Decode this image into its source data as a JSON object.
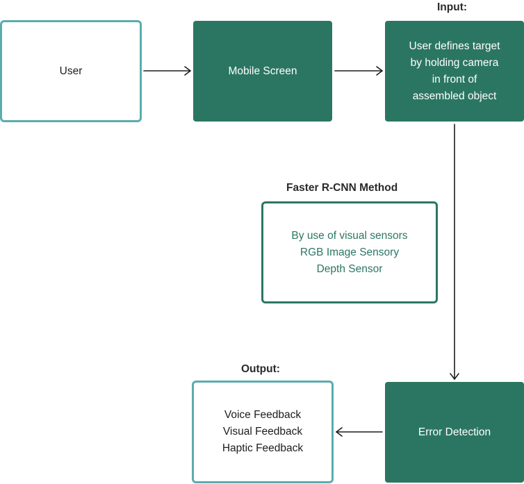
{
  "nodes": {
    "user": {
      "label": "User"
    },
    "mobile_screen": {
      "label": "Mobile Screen"
    },
    "input_box": {
      "lines": [
        "User defines target",
        "by holding camera",
        "in front of",
        "assembled object"
      ]
    },
    "method_box": {
      "lines": [
        "By use of visual sensors",
        "RGB Image Sensory",
        "Depth Sensor"
      ]
    },
    "error_detection": {
      "label": "Error Detection"
    },
    "output_box": {
      "lines": [
        "Voice Feedback",
        "Visual Feedback",
        "Haptic Feedback"
      ]
    }
  },
  "labels": {
    "input": "Input:",
    "method": "Faster R-CNN Method",
    "output": "Output:"
  },
  "colors": {
    "primary": "#2b7662",
    "outline_teal": "#5aacaf",
    "arrow": "#1c1c1c"
  }
}
